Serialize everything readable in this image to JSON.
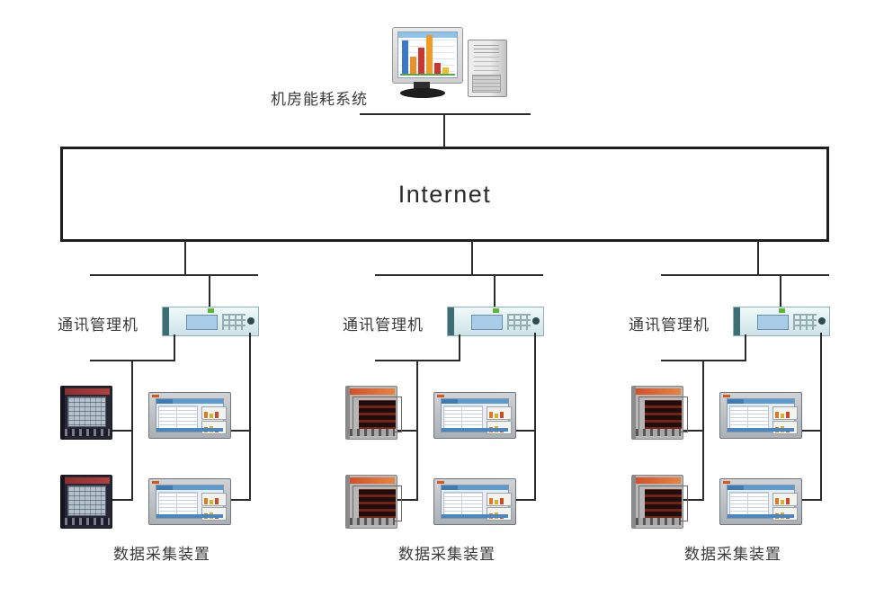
{
  "top": {
    "system_label": "机房能耗系统",
    "computer_icon": "desktop-monitor-with-bar-chart",
    "tower_icon": "server-tower"
  },
  "internet": {
    "label": "Internet"
  },
  "branches": [
    {
      "manager_label": "通讯管理机",
      "collector_label": "数据采集装置",
      "devices": [
        "power-meter-device",
        "power-meter-device",
        "touch-panel-collector",
        "touch-panel-collector"
      ]
    },
    {
      "manager_label": "通讯管理机",
      "collector_label": "数据采集装置",
      "devices": [
        "power-meter-device",
        "power-meter-device",
        "touch-panel-collector",
        "touch-panel-collector"
      ]
    },
    {
      "manager_label": "通讯管理机",
      "collector_label": "数据采集装置",
      "devices": [
        "power-meter-device",
        "power-meter-device",
        "touch-panel-collector",
        "touch-panel-collector"
      ]
    }
  ],
  "colors": {
    "line": "#2b2b2b",
    "internet_border": "#1f1f1f",
    "meter_led_red": "#c82d19",
    "meter_top_orange": "#d2502a",
    "panel_screen_blue": "#5b9bd0",
    "manager_body_cyan": "#d8ecee",
    "led_green": "#5cb832",
    "chart_bar_blue": "#3a78c8",
    "chart_bar_red": "#c83830",
    "chart_bar_orange": "#f09a28"
  }
}
